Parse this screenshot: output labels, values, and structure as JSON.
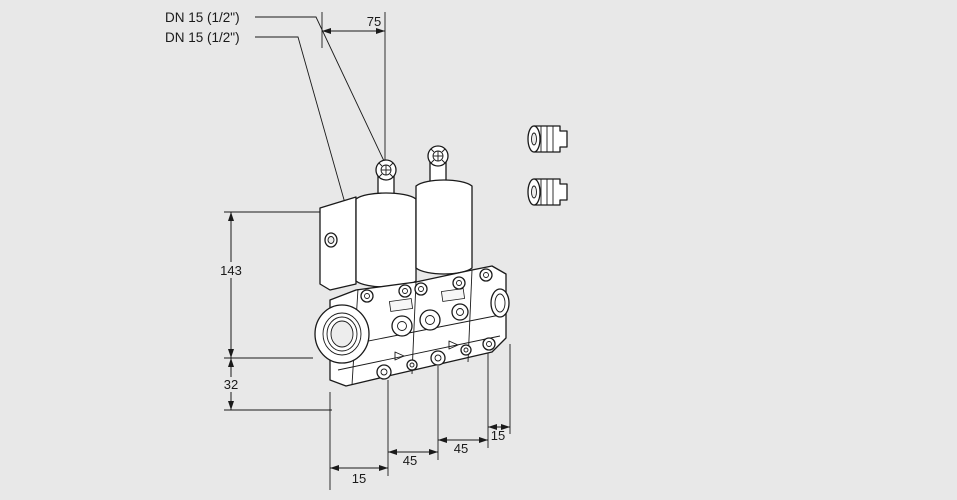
{
  "colors": {
    "background": "#e8e8e8",
    "line": "#1a1a1a",
    "fill": "#ffffff"
  },
  "labels": {
    "dn_top": "DN 15 (1/2\")",
    "dn_bottom": "DN 15 (1/2\")"
  },
  "dimensions": {
    "top_width": "75",
    "height_upper": "143",
    "height_lower": "32",
    "bottom_left": "15",
    "bottom_mid_left": "45",
    "bottom_mid_right": "45",
    "bottom_right": "15"
  }
}
